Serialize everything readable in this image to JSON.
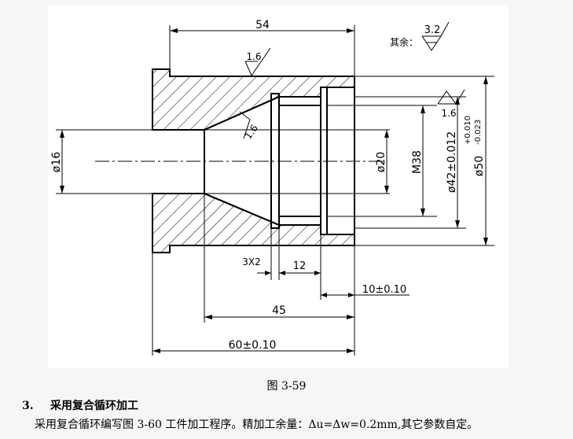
{
  "drawing": {
    "dims": {
      "d54": "54",
      "d3x2": "3X2",
      "d12": "12",
      "d10": "10±0.10",
      "d45": "45",
      "d60": "60±0.10",
      "d16": "ø16",
      "d20": "ø20",
      "m38": "M38",
      "d42": "ø42±0.012",
      "d50": "ø50",
      "d50_upper": "+0.010",
      "d50_lower": "-0.023"
    },
    "roughness": {
      "rest_label": "其余：",
      "rest_value": "3.2",
      "top_value": "1.6",
      "cone_value": "1.6",
      "bore_value": "1.6"
    }
  },
  "figure_caption": "图 3-59",
  "section": {
    "number": "3.",
    "title": "采用复合循环加工"
  },
  "paragraph": "采用复合循环编写图 3-60 工件加工程序。精加工余量：Δu=Δw=0.2mm,其它参数自定。"
}
